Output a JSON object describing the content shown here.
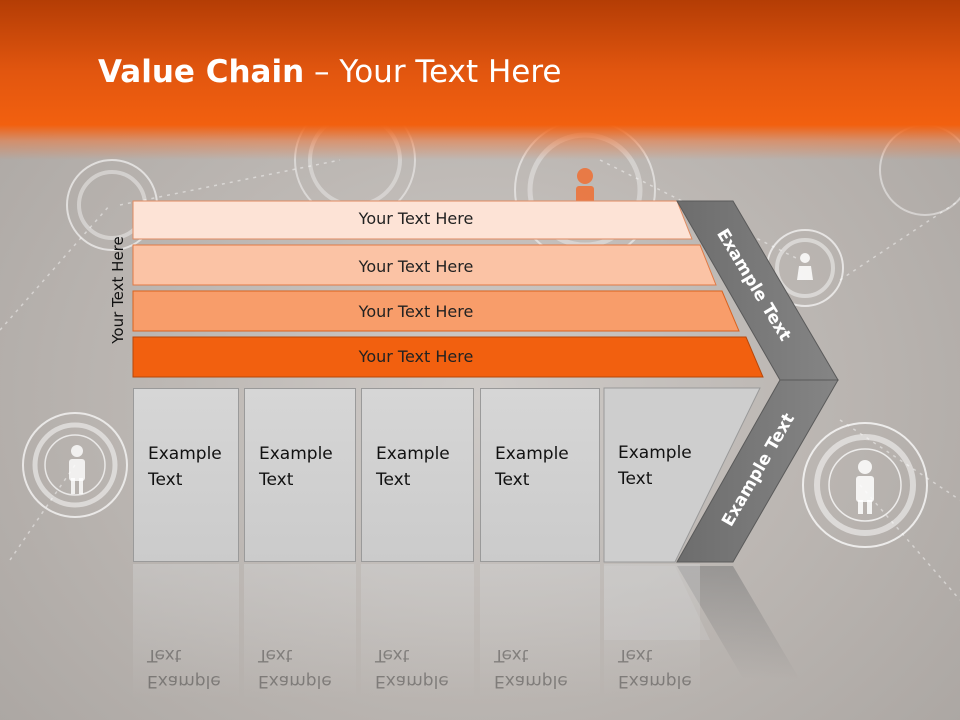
{
  "slide": {
    "title_bold": "Value Chain",
    "title_rest": " – Your Text Here",
    "side_label": "Your Text Here"
  },
  "bands": [
    {
      "label": "Your Text Here",
      "color": "#fde3d6"
    },
    {
      "label": "Your Text Here",
      "color": "#fbc3a5"
    },
    {
      "label": "Your Text Here",
      "color": "#f89d6a"
    },
    {
      "label": "Your Text Here",
      "color": "#f2600f"
    }
  ],
  "boxes": [
    {
      "line1": "Example",
      "line2": "Text"
    },
    {
      "line1": "Example",
      "line2": "Text"
    },
    {
      "line1": "Example",
      "line2": "Text"
    },
    {
      "line1": "Example",
      "line2": "Text"
    },
    {
      "line1": "Example",
      "line2": "Text"
    }
  ],
  "chevron": {
    "upper_label": "Example Text",
    "lower_label": "Example Text",
    "color": "#7a7a7a"
  },
  "colors": {
    "accent": "#f2600f",
    "header_dark": "#b43d05"
  }
}
